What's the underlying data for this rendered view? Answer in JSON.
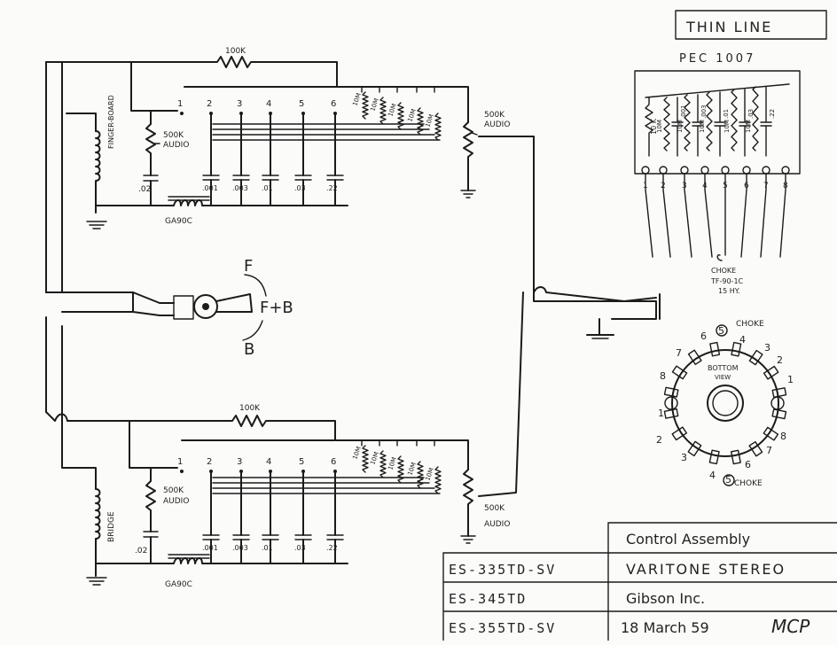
{
  "header": {
    "title": "THIN LINE"
  },
  "switch_module": {
    "label": "PEC 1007",
    "component_labels": [
      "10 K",
      "10M",
      ".001",
      "10M",
      ".003",
      "10M",
      ".01",
      "10M",
      ".03",
      "10M",
      ".22"
    ],
    "pins": [
      "1",
      "2",
      "3",
      "4",
      "5",
      "6",
      "7",
      "8"
    ],
    "choke_label": [
      "CHOKE",
      "TF-90-1C",
      "15 HY."
    ]
  },
  "fingerboard_circuit": {
    "pickup_label": "FINGER-BOARD",
    "resistor_label": "100K",
    "pot_label": [
      "500K",
      "AUDIO"
    ],
    "positions": [
      "1",
      "2",
      "3",
      "4",
      "5",
      "6"
    ],
    "caps": [
      ".02",
      ".001",
      ".003",
      ".01",
      ".03",
      ".22"
    ],
    "resistors": [
      "10M",
      "10M",
      "10M",
      "10M",
      "10M"
    ],
    "choke": "GA90C",
    "volume_pot": [
      "500K",
      "AUDIO"
    ]
  },
  "bridge_circuit": {
    "pickup_label": "BRIDGE",
    "resistor_label": "100K",
    "pot_label": [
      "500K",
      "AUDIO"
    ],
    "positions": [
      "1",
      "2",
      "3",
      "4",
      "5",
      "6"
    ],
    "caps": [
      ".02",
      ".001",
      ".003",
      ".01",
      ".03",
      ".22"
    ],
    "resistors": [
      "10M",
      "10M",
      "10M",
      "10M",
      "10M"
    ],
    "choke": "GA90C",
    "volume_pot": [
      "500K",
      "AUDIO"
    ]
  },
  "selector": {
    "up": "F",
    "middle": "F+B",
    "down": "B"
  },
  "rotary_switch": {
    "view_label": [
      "BOTTOM",
      "VIEW"
    ],
    "top_numbers": [
      "6",
      "5",
      "4",
      "3",
      "2",
      "1",
      "7",
      "8"
    ],
    "bottom_numbers": [
      "1",
      "2",
      "3",
      "4",
      "5",
      "6",
      "7",
      "8"
    ],
    "choke_top": "CHOKE",
    "choke_bottom": "CHOKE"
  },
  "title_block": {
    "heading": "Control Assembly",
    "models": [
      "ES-335TD-SV",
      "ES-345TD",
      "ES-355TD-SV"
    ],
    "product": "VARITONE STEREO",
    "company": "Gibson Inc.",
    "date": "18 March 59",
    "initials": "MCP"
  }
}
